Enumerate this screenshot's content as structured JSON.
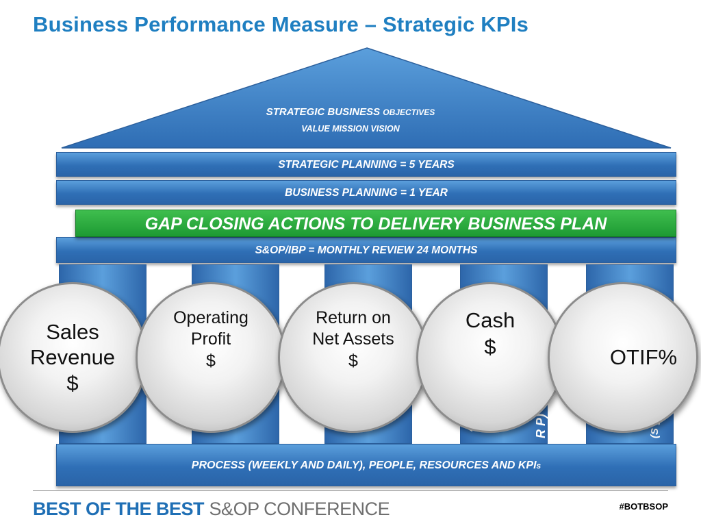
{
  "title": "Business Performance Measure – Strategic KPIs",
  "roof": {
    "line1_main": "STRATEGIC BUSINESS",
    "line1_small": "OBJECTIVES",
    "line2": "VALUE MISSION VISION"
  },
  "bands": {
    "strategic": "STRATEGIC PLANNING = 5 YEARS",
    "business": "BUSINESS PLANNING = 1 YEAR",
    "gap": "GAP CLOSING ACTIONS TO DELIVERY BUSINESS PLAN",
    "sop": "S&OP/IBP = MONTHLY REVIEW 24 MONTHS",
    "base_main": "PROCESS (WEEKLY AND DAILY), PEOPLE, RESOURCES AND KPI",
    "base_suffix": "s"
  },
  "pillar_fragments": {
    "p4_left": "A          l",
    "p4_right": "R          P)",
    "p5": "(S          g)"
  },
  "kpis": [
    {
      "line1": "Sales",
      "line2": "Revenue",
      "line3": "$"
    },
    {
      "line1": "Operating",
      "line2": "Profit",
      "line3": "$"
    },
    {
      "line1": "Return on",
      "line2": "Net Assets",
      "line3": "$"
    },
    {
      "line1": "Cash",
      "line2": "$",
      "line3": ""
    },
    {
      "line1": "OTIF%",
      "line2": "",
      "line3": ""
    }
  ],
  "footer": {
    "brand_part1": "BEST OF THE BEST",
    "brand_part2": "S&OP CONFERENCE",
    "hashtag": "#BOTBSOP"
  },
  "colors": {
    "title": "#1f7fc1",
    "band_blue": "#2f6fb6",
    "gap_green": "#1d9a33"
  }
}
